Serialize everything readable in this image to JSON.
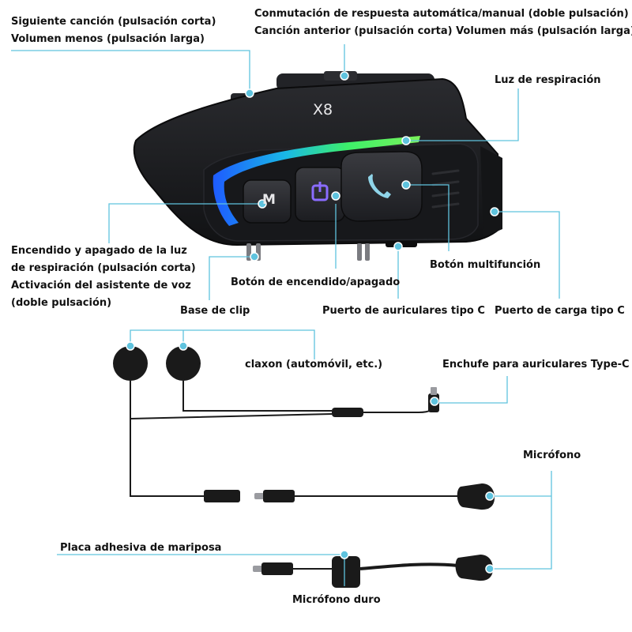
{
  "device": {
    "model": "X8",
    "m_key": "M"
  },
  "labels": {
    "next_song": "Siguiente canción (pulsación corta)",
    "volume_down": "Volumen menos (pulsación larga)",
    "auto_manual": "Conmutación de respuesta automática/manual (doble pulsación)",
    "prev_song_vol_up": "Canción anterior (pulsación corta) Volumen más (pulsación larga)",
    "breathing_light": "Luz de respiración",
    "light_line1": "Encendido y apagado de la luz",
    "light_line2": "de respiración (pulsación corta)",
    "light_line3": "Activación del asistente de voz",
    "light_line4": "(doble pulsación)",
    "multifunction": "Botón multifunción",
    "power_button": "Botón de encendido/apagado",
    "clip_base": "Base de clip",
    "earphone_port": "Puerto de auriculares tipo C",
    "charging_port": "Puerto de carga tipo C",
    "horn": "claxon (automóvil, etc.)",
    "typec_plug": "Enchufe para auriculares Type-C",
    "microphone": "Micrófono",
    "butterfly_pad": "Placa adhesiva de mariposa",
    "hard_mic": "Micrófono duro"
  },
  "colors": {
    "leader_line": "#5fc3de",
    "leader_dot": "#5fc3de",
    "device_body": "#1b1c1f",
    "light_green": "#3df06a",
    "light_blue": "#1e5bff",
    "power_icon": "#8a6cff"
  }
}
